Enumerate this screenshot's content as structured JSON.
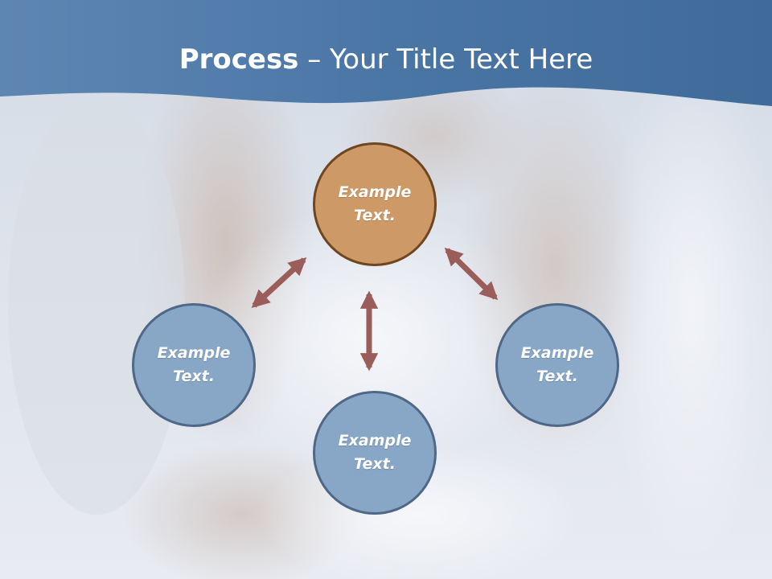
{
  "title": {
    "bold": "Process",
    "rest": " – Your Title Text Here"
  },
  "colors": {
    "header": "#4f7bab",
    "node_blue": "#88a6c6",
    "node_blue_border": "#4f6887",
    "node_orange": "#cd9966",
    "node_orange_border": "#6e4620",
    "arrow": "#9b5d5a"
  },
  "nodes": [
    {
      "id": "top",
      "text": "Example Text.",
      "color": "orange"
    },
    {
      "id": "left",
      "text": "Example Text.",
      "color": "blue"
    },
    {
      "id": "right",
      "text": "Example Text.",
      "color": "blue"
    },
    {
      "id": "bottom",
      "text": "Example Text.",
      "color": "blue"
    }
  ]
}
